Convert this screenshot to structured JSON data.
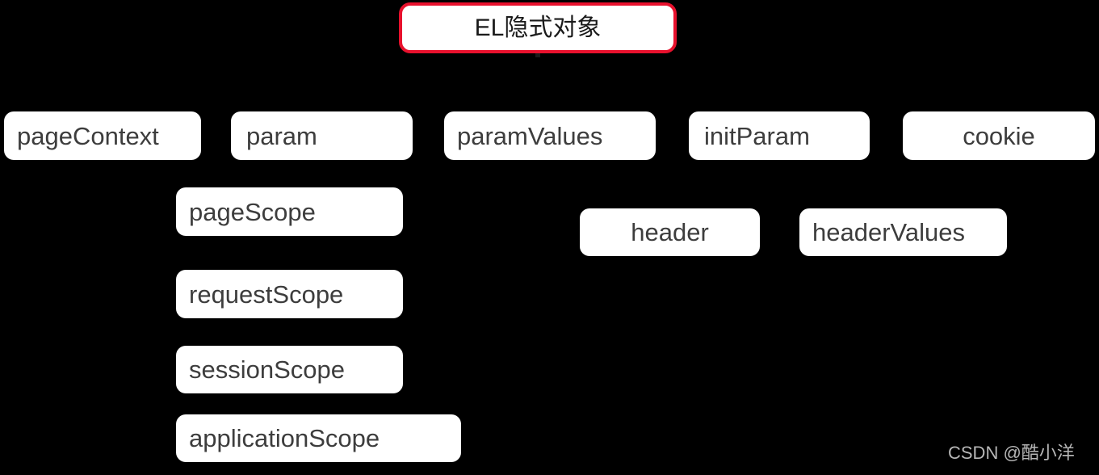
{
  "diagram": {
    "title": "EL隐式对象",
    "background_color": "#000000",
    "node_fill_color": "#ffffff",
    "node_text_color": "#3d3d3d",
    "title_border_color": "#e8112d",
    "title_text_color": "#1a1a1a",
    "nodes": [
      {
        "id": "pageContext",
        "label": "pageContext"
      },
      {
        "id": "param",
        "label": "param"
      },
      {
        "id": "paramValues",
        "label": "paramValues"
      },
      {
        "id": "initParam",
        "label": "initParam"
      },
      {
        "id": "cookie",
        "label": "cookie"
      },
      {
        "id": "pageScope",
        "label": "pageScope"
      },
      {
        "id": "header",
        "label": "header"
      },
      {
        "id": "headerValues",
        "label": "headerValues"
      },
      {
        "id": "requestScope",
        "label": "requestScope"
      },
      {
        "id": "sessionScope",
        "label": "sessionScope"
      },
      {
        "id": "applicationScope",
        "label": "applicationScope"
      }
    ]
  },
  "watermark": {
    "text": "CSDN @酷小洋",
    "color": "#d0d0d0"
  }
}
